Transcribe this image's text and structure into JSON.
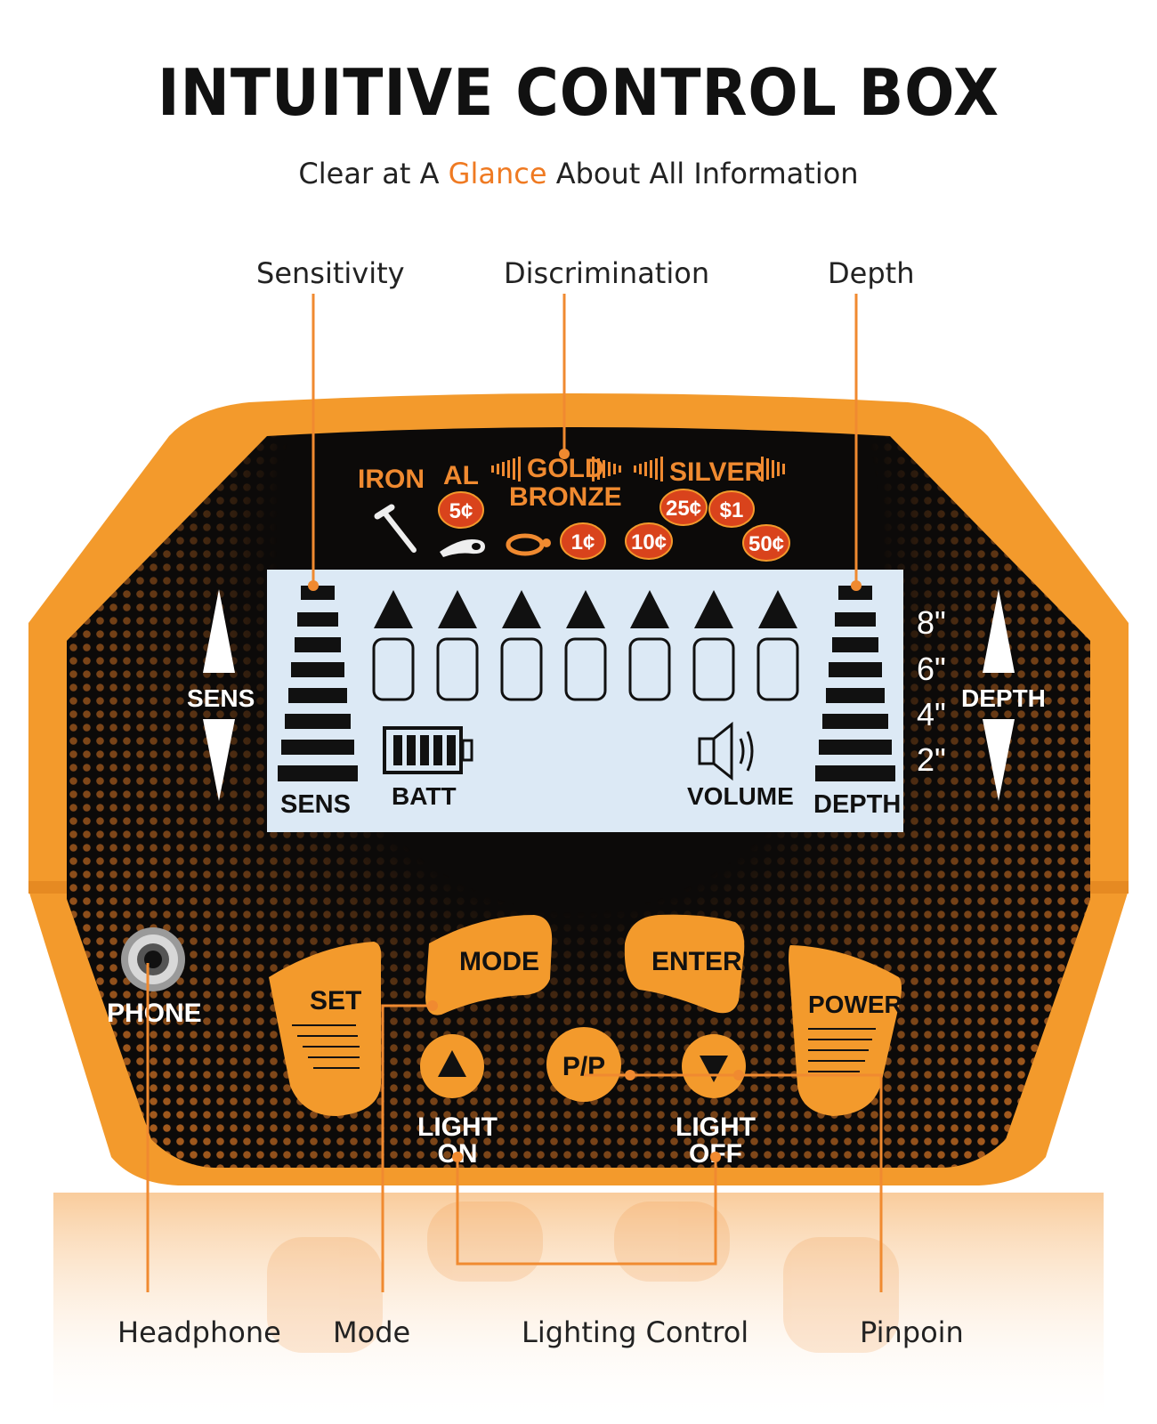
{
  "header": {
    "title": "INTUITIVE CONTROL BOX",
    "subtitle_before": "Clear at A ",
    "subtitle_highlight": "Glance",
    "subtitle_after": " About All Information"
  },
  "callouts": {
    "sensitivity": "Sensitivity",
    "discrimination": "Discrimination",
    "depth": "Depth",
    "headphone": "Headphone",
    "mode": "Mode",
    "lighting_control": "Lighting Control",
    "pinpoint": "Pinpoin"
  },
  "metal_scale": {
    "iron": "IRON",
    "al": "AL",
    "gold": "GOLD",
    "bronze": "BRONZE",
    "silver": "SILVER",
    "coins": [
      "5¢",
      "25¢",
      "$1",
      "1¢",
      "10¢",
      "50¢"
    ]
  },
  "lcd": {
    "sens_label": "SENS",
    "batt_label": "BATT",
    "volume_label": "VOLUME",
    "depth_label": "DEPTH"
  },
  "side_controls": {
    "sens": "SENS",
    "depth": "DEPTH",
    "depth_marks": [
      "8\"",
      "6\"",
      "4\"",
      "2\""
    ]
  },
  "buttons": {
    "set": "SET",
    "mode": "MODE",
    "enter": "ENTER",
    "power": "POWER",
    "pp": "P/P",
    "light_on_1": "LIGHT",
    "light_on_2": "ON",
    "light_off_1": "LIGHT",
    "light_off_2": "OFF"
  },
  "phone_label": "PHONE",
  "colors": {
    "accent": "#ef7a22",
    "device_orange": "#f39a2c",
    "panel_black": "#0c0a09",
    "lcd_blue": "#dce9f5",
    "coin_red": "#d9431c"
  },
  "icons": {
    "nail": "nail-icon",
    "pull_tab": "pull-tab-icon",
    "ring": "ring-icon",
    "battery": "battery-icon",
    "speaker": "speaker-icon",
    "headphone_jack": "headphone-jack-icon"
  }
}
